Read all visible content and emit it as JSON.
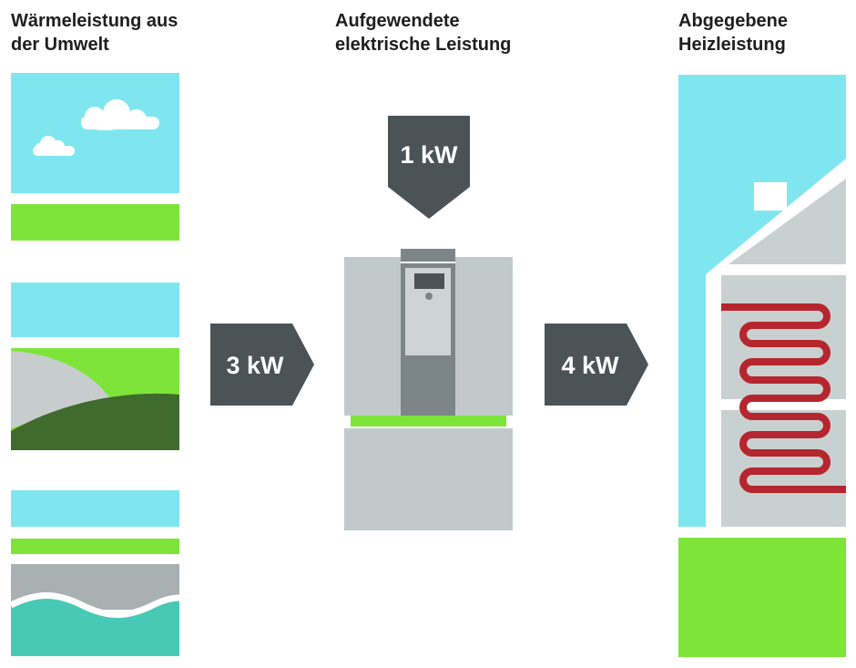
{
  "columns": {
    "environment": {
      "title_line1": "Wärmeleistung aus",
      "title_line2": "der Umwelt"
    },
    "electric": {
      "title_line1": "Aufgewendete",
      "title_line2": "elektrische Leistung"
    },
    "heating": {
      "title_line1": "Abgegebene",
      "title_line2": "Heizleistung"
    }
  },
  "arrows": {
    "environment_heat": "3 kW",
    "electric_power": "1 kW",
    "heat_output": "4 kW"
  },
  "colors": {
    "sky": "#7fe6f0",
    "grass": "#7ee43a",
    "dark_green": "#3f6b2d",
    "hill_gray": "#c7cdcd",
    "water": "#47c9b5",
    "ground_gray": "#a8b0b2",
    "arrow": "#4b5356",
    "device_light": "#c2c9ca",
    "device_dark": "#7c8587",
    "heater_red": "#b5262f",
    "house_wall": "#c9d0d0"
  },
  "icons": {
    "cloud": "cloud-icon",
    "house": "house-icon",
    "radiator": "floor-heating-coil-icon",
    "heat_pump": "heat-pump-icon"
  }
}
